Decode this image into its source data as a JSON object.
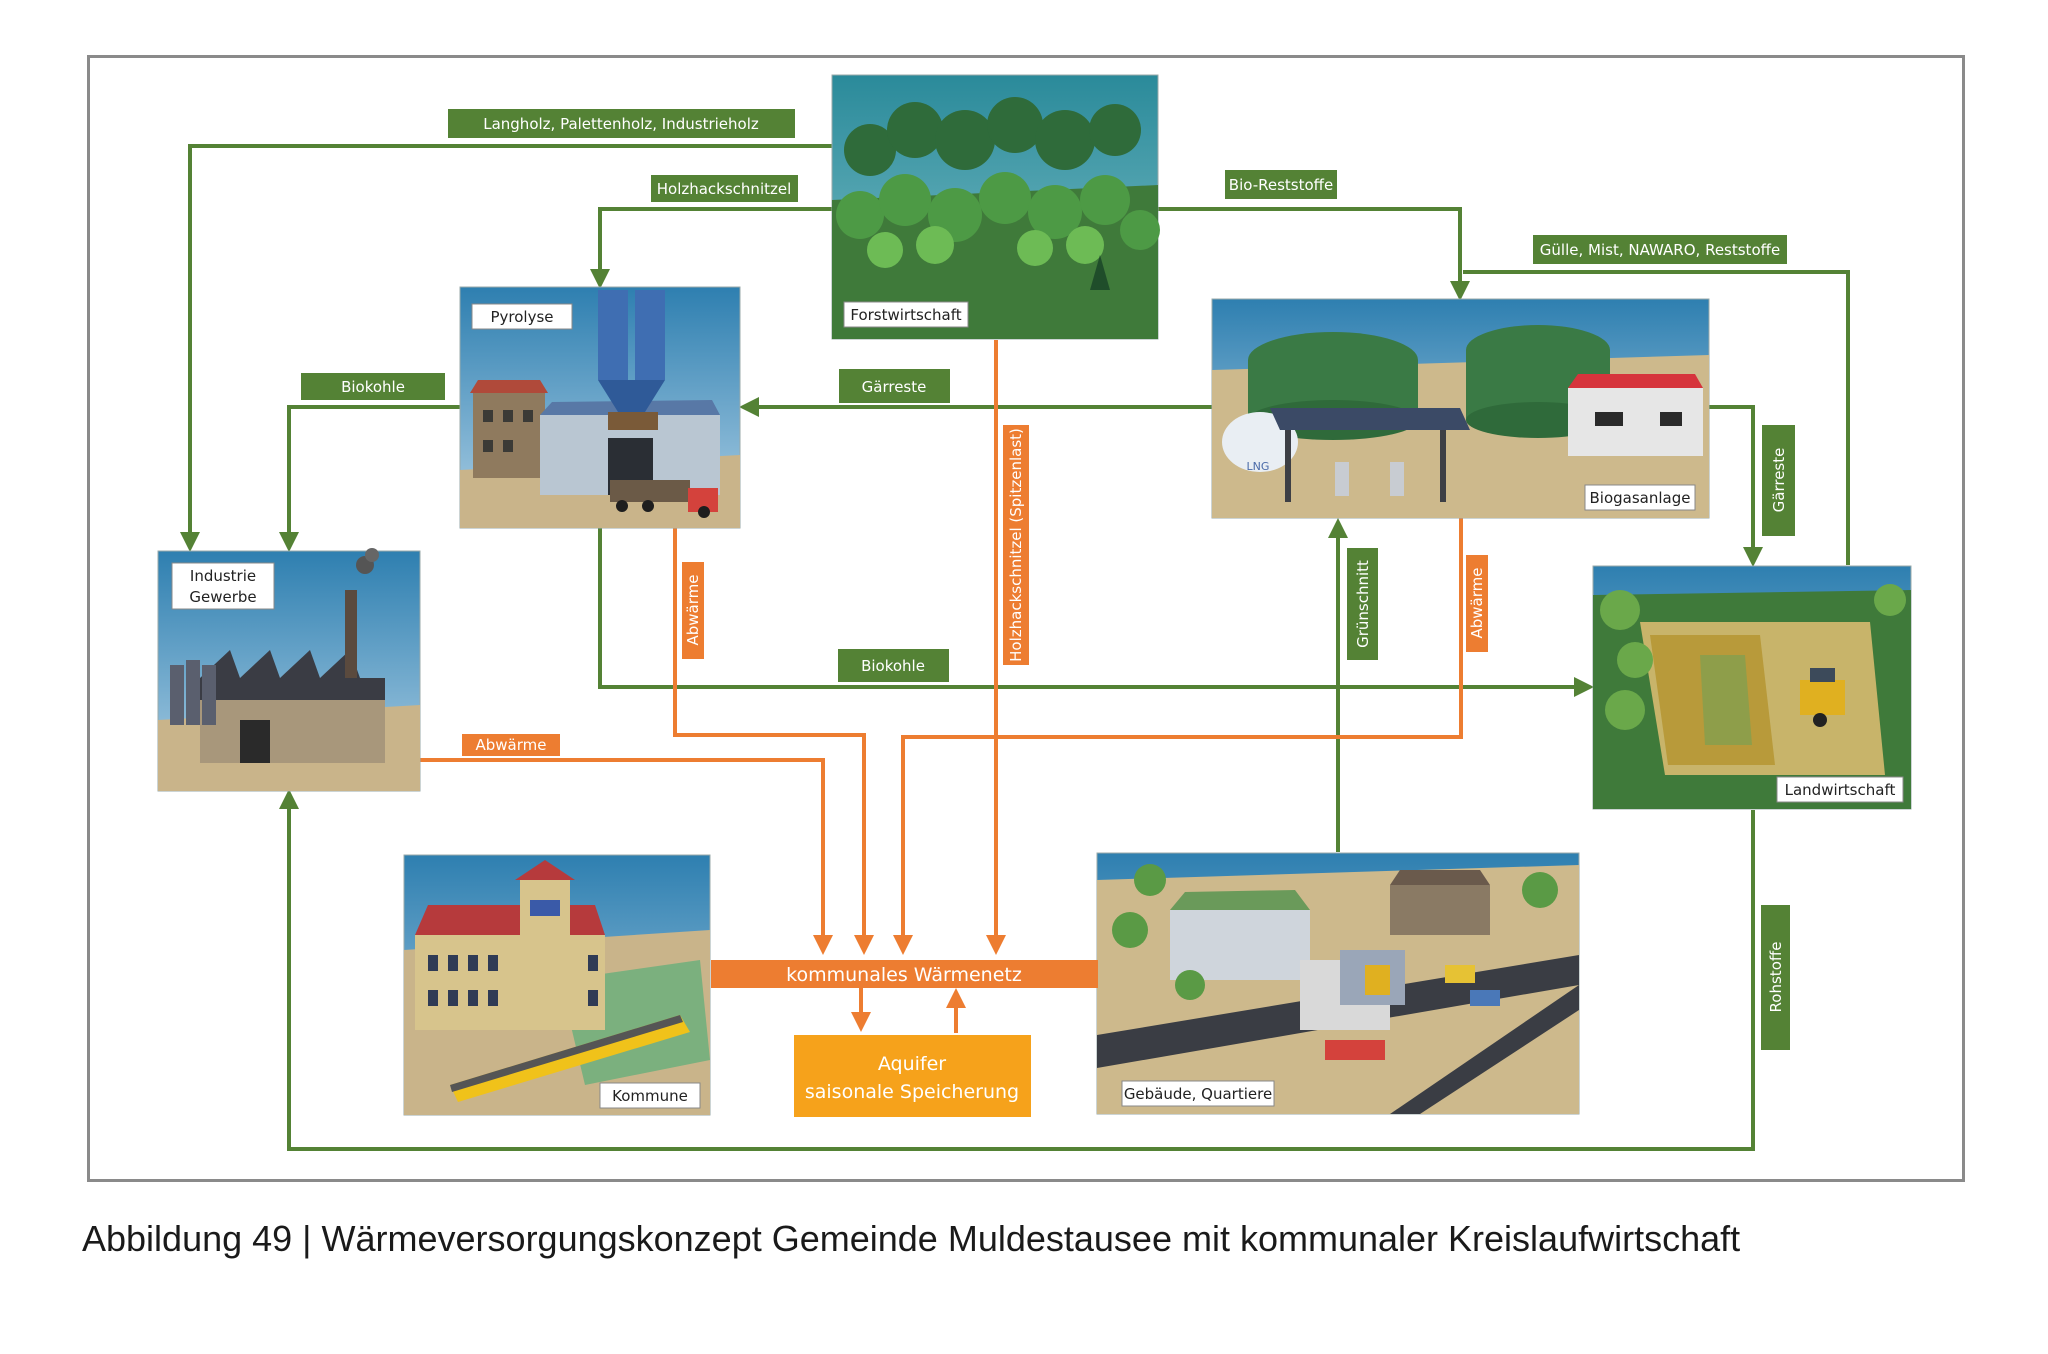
{
  "colors": {
    "green": "#548235",
    "orange": "#ed7d31",
    "aquifer": "#f6a21b",
    "frame": "#8a8a8a"
  },
  "nodes": {
    "forst": "Forstwirtschaft",
    "pyrolyse": "Pyrolyse",
    "industrie_line1": "Industrie",
    "industrie_line2": "Gewerbe",
    "biogas": "Biogasanlage",
    "landwirtschaft": "Landwirtschaft",
    "kommune": "Kommune",
    "gebaeude": "Gebäude, Quartiere",
    "waermenetz": "kommunales Wärmenetz",
    "aquifer_line1": "Aquifer",
    "aquifer_line2": "saisonale Speicherung",
    "lng": "LNG"
  },
  "flows": {
    "langholz": "Langholz, Palettenholz, Industrieholz",
    "holzhack": "Holzhackschnitzel",
    "bio_rest": "Bio-Reststoffe",
    "guelle": "Gülle, Mist, NAWARO, Reststoffe",
    "biokohle_left": "Biokohle",
    "gaerreste_mid": "Gärreste",
    "gaerreste_right": "Gärreste",
    "holzhack_spitze": "Holzhackschnitzel (Spitzenlast)",
    "abwaerme_pyro": "Abwärme",
    "gruenschnitt": "Grünschnitt",
    "abwaerme_biogas": "Abwärme",
    "biokohle_mid": "Biokohle",
    "abwaerme_ind": "Abwärme",
    "rohstoffe": "Rohstoffe"
  },
  "caption": "Abbildung 49 | Wärmeversorgungskonzept Gemeinde Muldestausee mit kommunaler Kreislaufwirtschaft"
}
